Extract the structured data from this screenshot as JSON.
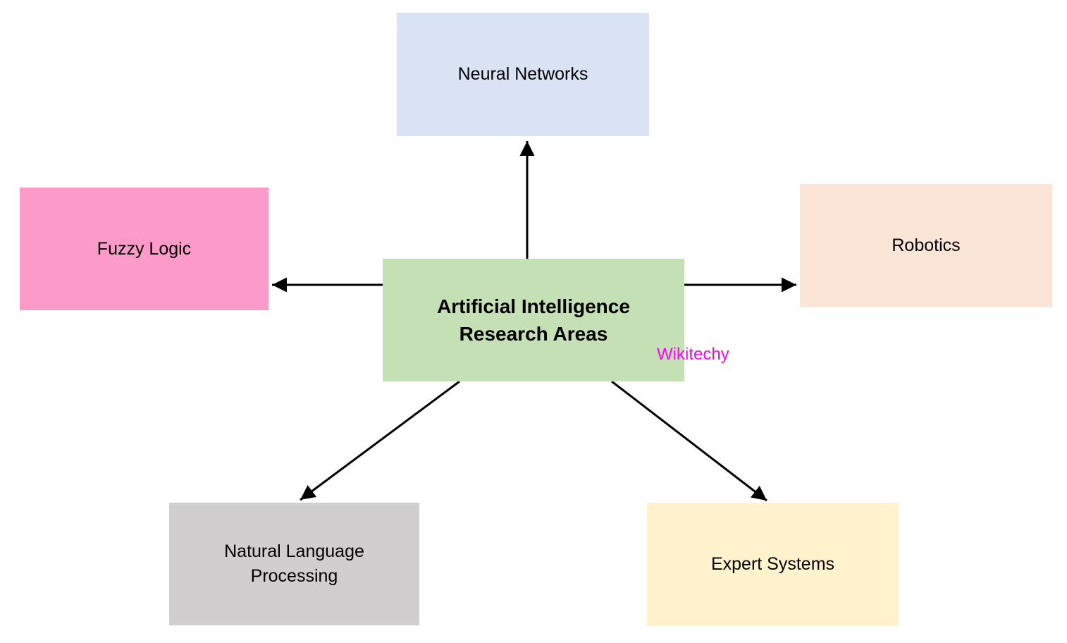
{
  "diagram": {
    "title": "Artificial Intelligence Research Areas",
    "type": "radial-mind-map",
    "arrow_color": "#000000",
    "text_color": "#000000",
    "background_color": "#FFFFFF",
    "watermark": {
      "text": "Wikitechy",
      "color": "#FF00FF"
    },
    "center": {
      "id": "center",
      "label": "Artificial Intelligence Research Areas",
      "fill": "#C5E0B4",
      "bold": true
    },
    "nodes": [
      {
        "id": "neural-networks",
        "label": "Neural Networks",
        "fill": "#DAE3F3",
        "position": "top"
      },
      {
        "id": "fuzzy-logic",
        "label": "Fuzzy Logic",
        "fill": "#FC9BC9",
        "position": "left"
      },
      {
        "id": "robotics",
        "label": "Robotics",
        "fill": "#FBE5D6",
        "position": "right"
      },
      {
        "id": "natural-language-processing",
        "label": "Natural Language Processing",
        "fill": "#D0CECE",
        "position": "bottom-left"
      },
      {
        "id": "expert-systems",
        "label": "Expert Systems",
        "fill": "#FFF2CC",
        "position": "bottom-right"
      }
    ],
    "connections": [
      {
        "from": "center",
        "to": "neural-networks"
      },
      {
        "from": "center",
        "to": "fuzzy-logic"
      },
      {
        "from": "center",
        "to": "robotics"
      },
      {
        "from": "center",
        "to": "natural-language-processing"
      },
      {
        "from": "center",
        "to": "expert-systems"
      }
    ]
  }
}
